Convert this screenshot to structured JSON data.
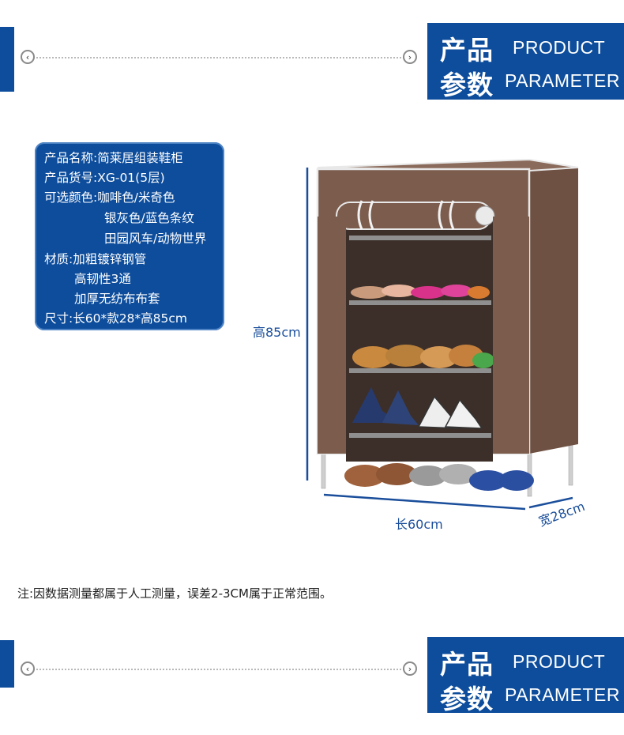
{
  "header_band": {
    "title_cn_line1": "产品",
    "title_cn_line2": "参数",
    "title_en_line1": "PRODUCT",
    "title_en_line2": "PARAMETER",
    "nav_left_glyph": "‹",
    "nav_right_glyph": "›"
  },
  "spec": {
    "lines": [
      "产品名称:简莱居组装鞋柜",
      "产品货号:XG-01(5层)",
      "可选颜色:咖啡色/米奇色",
      "银灰色/蓝色条纹",
      "田园风车/动物世界",
      "材质:加粗镀锌钢管",
      "高韧性3通",
      "加厚无纺布布套",
      "尺寸:长60*款28*高85cm"
    ]
  },
  "dimensions": {
    "height": "高85cm",
    "length": "长60cm",
    "width": "宽28cm"
  },
  "note": "注:因数据测量都属于人工测量，误差2-3CM属于正常范围。",
  "footer_band": {
    "title_cn_line1": "产品",
    "title_cn_line2": "参数",
    "title_en_line1": "PRODUCT",
    "title_en_line2": "PARAMETER",
    "nav_left_glyph": "‹",
    "nav_right_glyph": "›"
  },
  "colors": {
    "brand_blue": "#0d4d9c",
    "cabinet_brown": "#7b5c4d",
    "dimension_blue": "#1a4e9b"
  }
}
